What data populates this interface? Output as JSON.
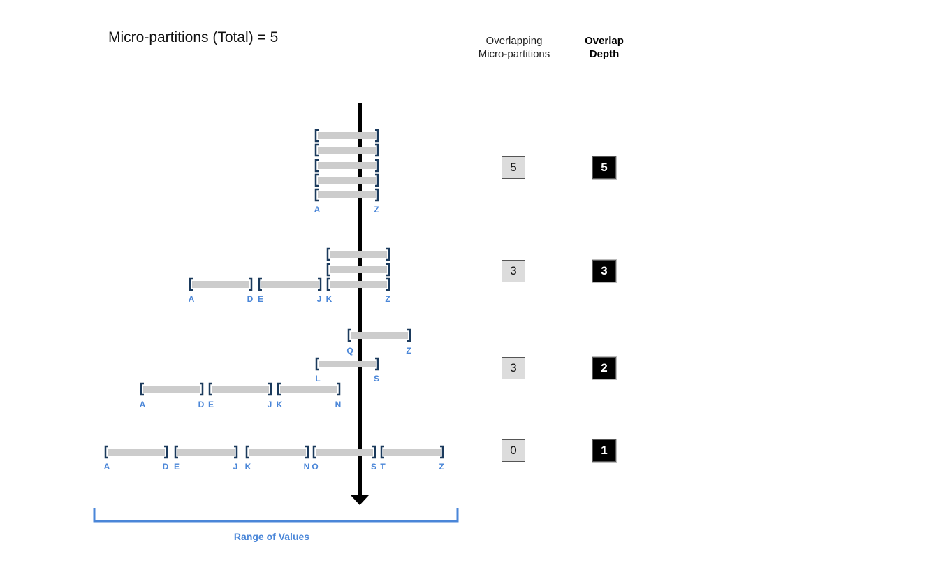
{
  "title": "Micro-partitions (Total) = 5",
  "headers": {
    "overlapping": "Overlapping\nMicro-partitions",
    "depth": "Overlap\nDepth"
  },
  "axis_label": "Range of Values",
  "colors": {
    "bar": "#cccccc",
    "bracket": "#1b3a5c",
    "label": "#4a86d8",
    "axis": "#000000",
    "range_bracket": "#4a86d8"
  },
  "rows": [
    {
      "overlapping": "5",
      "depth": "5",
      "partitions": [
        {
          "start": "A",
          "end": "Z"
        },
        {
          "start": "A",
          "end": "Z"
        },
        {
          "start": "A",
          "end": "Z"
        },
        {
          "start": "A",
          "end": "Z"
        },
        {
          "start": "A",
          "end": "Z"
        }
      ]
    },
    {
      "overlapping": "3",
      "depth": "3",
      "partitions": [
        {
          "start": "K",
          "end": "Z"
        },
        {
          "start": "K",
          "end": "Z"
        },
        {
          "start": "A",
          "end": "D"
        },
        {
          "start": "E",
          "end": "J"
        },
        {
          "start": "K",
          "end": "Z"
        }
      ]
    },
    {
      "overlapping": "3",
      "depth": "2",
      "partitions": [
        {
          "start": "Q",
          "end": "Z"
        },
        {
          "start": "L",
          "end": "S"
        },
        {
          "start": "A",
          "end": "D"
        },
        {
          "start": "E",
          "end": "J"
        },
        {
          "start": "K",
          "end": "N"
        }
      ]
    },
    {
      "overlapping": "0",
      "depth": "1",
      "partitions": [
        {
          "start": "A",
          "end": "D"
        },
        {
          "start": "E",
          "end": "J"
        },
        {
          "start": "K",
          "end": "N"
        },
        {
          "start": "O",
          "end": "S"
        },
        {
          "start": "T",
          "end": "Z"
        }
      ]
    }
  ]
}
